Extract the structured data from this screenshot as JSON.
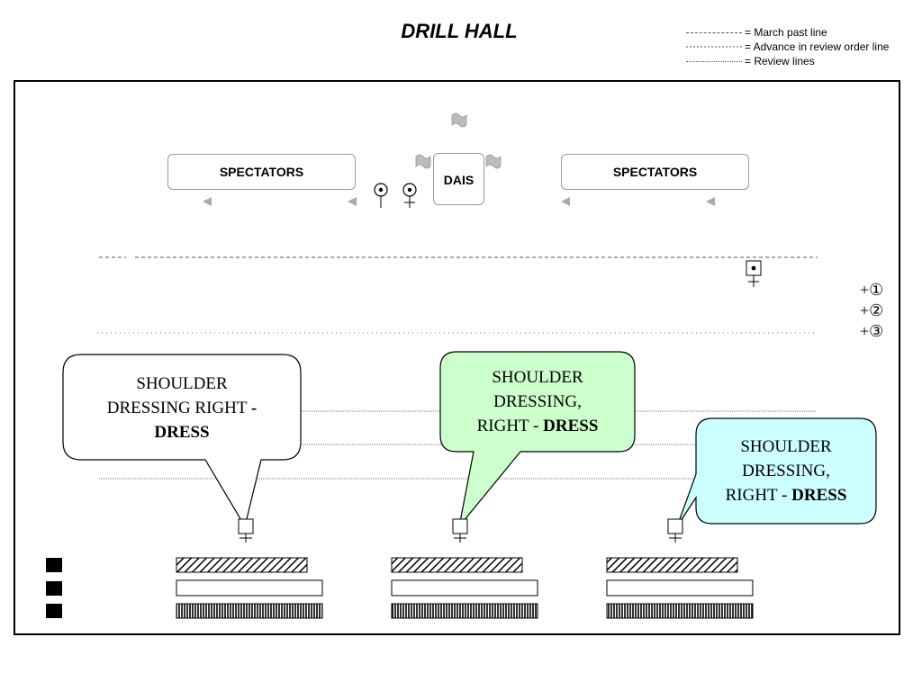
{
  "title": "DRILL HALL",
  "legend": [
    {
      "text": "= March past line",
      "style": "dashed"
    },
    {
      "text": "= Advance in review order line",
      "style": "sparse-dotted"
    },
    {
      "text": "= Review lines",
      "style": "dotted"
    }
  ],
  "spectators_left": "SPECTATORS",
  "spectators_right": "SPECTATORS",
  "dais": "DAIS",
  "ranks": [
    "+①",
    "+②",
    "+③"
  ],
  "callouts": [
    {
      "line1": "SHOULDER",
      "line2": "DRESSING RIGHT ",
      "bold_a": "-",
      "line3": "",
      "bold_b": "DRESS",
      "fill": "#ffffff"
    },
    {
      "line1": "SHOULDER",
      "line2": "DRESSING,",
      "line3": "RIGHT - ",
      "bold_b": "DRESS",
      "fill": "#ccffcc"
    },
    {
      "line1": "SHOULDER",
      "line2": "DRESSING,",
      "line3": "RIGHT - ",
      "bold_b": "DRESS",
      "fill": "#ccffff"
    }
  ],
  "colors": {
    "border": "#000000",
    "flag": "#bbbbbb",
    "callout_green": "#ccffcc",
    "callout_cyan": "#ccffff"
  }
}
